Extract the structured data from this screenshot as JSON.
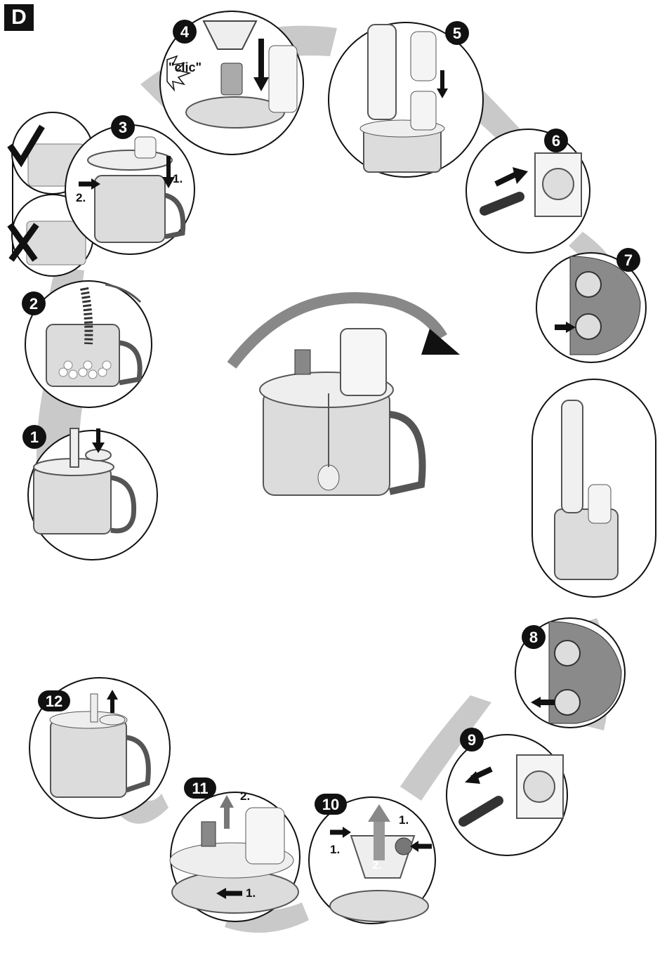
{
  "section_letter": "D",
  "steps": [
    {
      "number": "1"
    },
    {
      "number": "2"
    },
    {
      "number": "3",
      "labels": [
        "1.",
        "2."
      ]
    },
    {
      "number": "4",
      "sound": "\"clic\""
    },
    {
      "number": "5"
    },
    {
      "number": "6"
    },
    {
      "number": "7"
    },
    {
      "number": "8"
    },
    {
      "number": "9"
    },
    {
      "number": "10",
      "labels": [
        "1.",
        "1.",
        "2."
      ]
    },
    {
      "number": "11",
      "labels": [
        "2.",
        "1."
      ]
    },
    {
      "number": "12"
    }
  ],
  "colors": {
    "ink": "#111111",
    "shadow": "#c9c9c9",
    "bowl": "#d6d6d6",
    "accent": "#777777"
  },
  "icons": [
    "correct-check-icon",
    "incorrect-cross-icon",
    "rotation-arrow-icon",
    "power-button-icon",
    "turbo-button-icon",
    "plug-icon",
    "socket-icon"
  ]
}
